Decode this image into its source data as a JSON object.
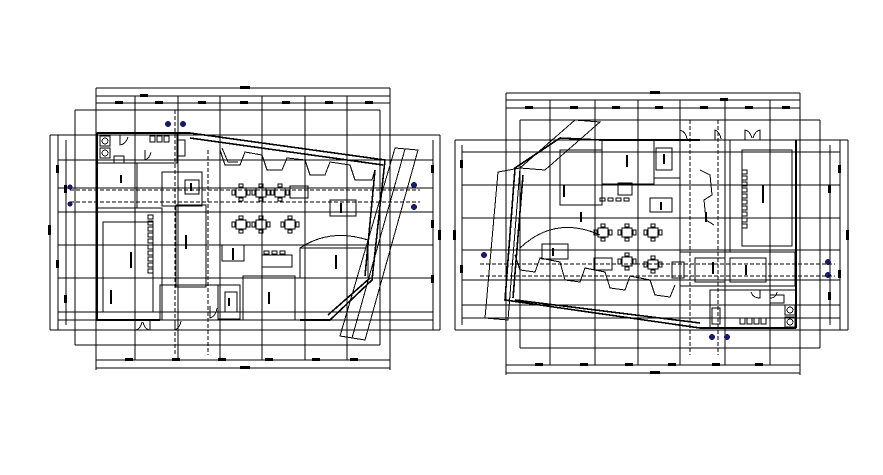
{
  "drawing": {
    "line_color": "#000000",
    "column_marker_color": "#1a1a6e",
    "background": "#ffffff",
    "plans": [
      {
        "name": "left-floor-plan",
        "orientation": "normal"
      },
      {
        "name": "right-floor-plan",
        "orientation": "mirrored"
      }
    ]
  }
}
